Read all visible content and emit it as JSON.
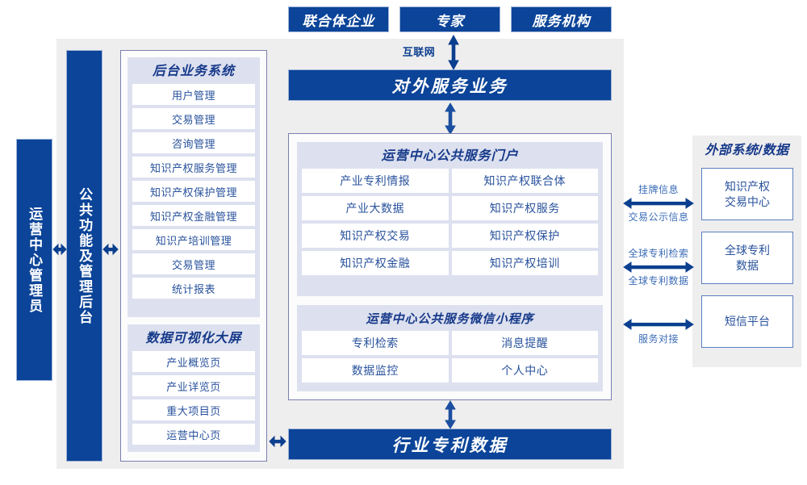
{
  "top_actors": [
    {
      "label": "联合体企业"
    },
    {
      "label": "专家"
    },
    {
      "label": "服务机构"
    }
  ],
  "internet_label": "互联网",
  "external_service_bar": "对外服务业务",
  "industry_patent_data_bar": "行业专利数据",
  "left_bars": [
    {
      "label": "运营中心管理员"
    },
    {
      "label": "公共功能及管理后台"
    }
  ],
  "backend_panel": {
    "title": "后台业务系统",
    "items": [
      {
        "label": "用户管理"
      },
      {
        "label": "交易管理"
      },
      {
        "label": "咨询管理"
      },
      {
        "label": "知识产权服务管理"
      },
      {
        "label": "知识产权保护管理"
      },
      {
        "label": "知识产权金融管理"
      },
      {
        "label": "知识产培训管理"
      },
      {
        "label": "交易管理"
      },
      {
        "label": "统计报表"
      }
    ]
  },
  "dataviz_panel": {
    "title": "数据可视化大屏",
    "items": [
      {
        "label": "产业概览页"
      },
      {
        "label": "产业详览页"
      },
      {
        "label": "重大项目页"
      },
      {
        "label": "运营中心页"
      }
    ]
  },
  "portal_panel": {
    "title": "运营中心公共服务门户",
    "items": [
      {
        "label": "产业专利情报"
      },
      {
        "label": "知识产权联合体"
      },
      {
        "label": "产业大数据"
      },
      {
        "label": "知识产权服务"
      },
      {
        "label": "知识产权交易"
      },
      {
        "label": "知识产权保护"
      },
      {
        "label": "知识产权金融"
      },
      {
        "label": "知识产权培训"
      }
    ]
  },
  "miniprogram_panel": {
    "title": "运营中心公共服务微信小程序",
    "items": [
      {
        "label": "专利检索"
      },
      {
        "label": "消息提醒"
      },
      {
        "label": "数据监控"
      },
      {
        "label": "个人中心"
      }
    ]
  },
  "external_systems": {
    "title": "外部系统/数据",
    "items": [
      {
        "label": "知识产权\n交易中心"
      },
      {
        "label": "全球专利\n数据"
      },
      {
        "label": "短信平台"
      }
    ]
  },
  "external_arrow_labels": [
    {
      "above": "挂牌信息",
      "below": "交易公示信息"
    },
    {
      "above": "全球专利检索",
      "below": "全球专利数据"
    },
    {
      "above": "",
      "below": "服务对接"
    }
  ],
  "colors": {
    "brand_blue": "#0b4498",
    "panel_lavender": "#dde1ef",
    "container_gray": "#efeeee",
    "frame_border": "#7a7fae",
    "text_blue": "#28529c",
    "label_blue": "#3b6cb7"
  }
}
